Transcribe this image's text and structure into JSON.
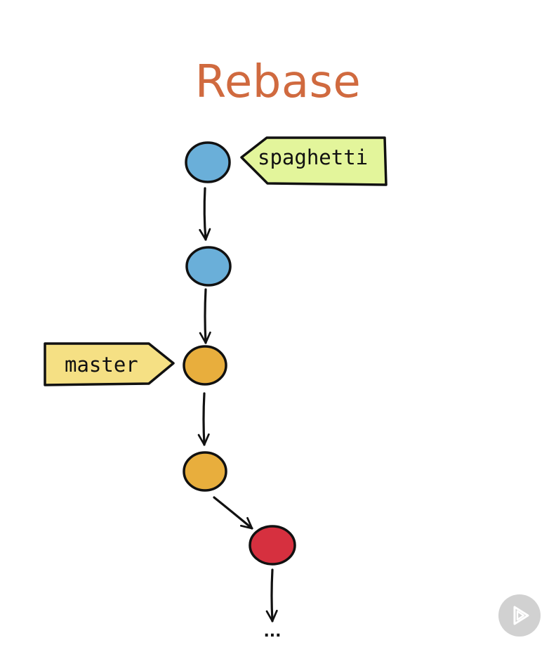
{
  "title": "Rebase",
  "colors": {
    "title": "#d06a3f",
    "commit_spaghetti": "#6aafd9",
    "commit_master": "#e8ae3d",
    "commit_other": "#d6303f",
    "label_spaghetti": "#e3f59b",
    "label_master": "#f5e084",
    "stroke": "#111111"
  },
  "branches": {
    "spaghetti": "spaghetti",
    "master": "master"
  },
  "continuation": "...",
  "controls": {
    "play_icon": "play-icon"
  }
}
